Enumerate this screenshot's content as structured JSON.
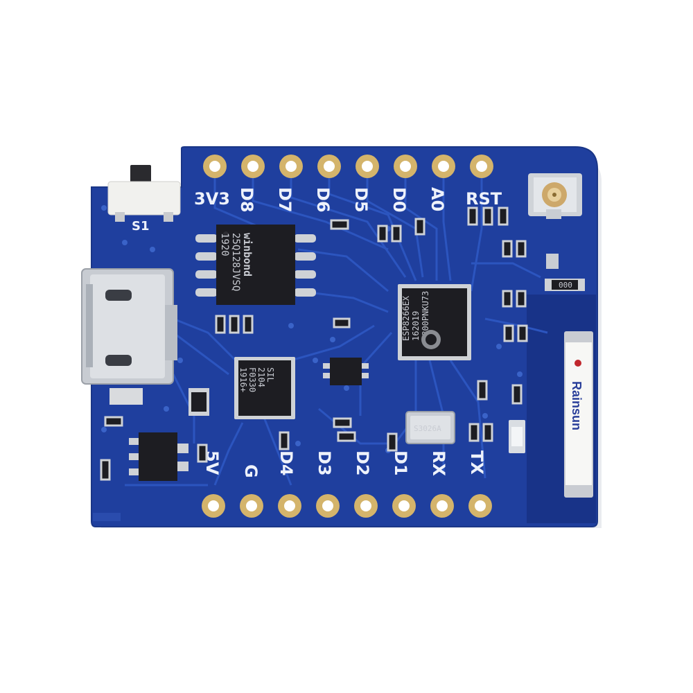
{
  "board": {
    "top_pins": [
      "3V3",
      "D8",
      "D7",
      "D6",
      "D5",
      "D0",
      "A0",
      "RST"
    ],
    "bottom_pins": [
      "5V",
      "G",
      "D4",
      "D3",
      "D2",
      "D1",
      "RX",
      "TX"
    ],
    "switch_label": "S1",
    "flash_chip": {
      "brand": "winbond",
      "lines": [
        "25Q128JVSQ",
        "1920"
      ]
    },
    "wifi_chip": {
      "lines": [
        "ESP8266EX",
        "162019",
        "U800PNKU73"
      ]
    },
    "usb_chip": {
      "lines": [
        "SIL",
        "2104",
        "F0330",
        "1916+"
      ]
    },
    "crystal_label": "S3026A",
    "antenna": {
      "brand": "Rainsun"
    },
    "capacitor_code": "000"
  },
  "colors": {
    "pcb": "#1f3f9e",
    "pcb_dark": "#173282",
    "trace": "#2c55bf",
    "silkscreen": "#eef2fb",
    "gold": "#d4b46b",
    "chip": "#1d1d22",
    "background": "#ffffff"
  }
}
